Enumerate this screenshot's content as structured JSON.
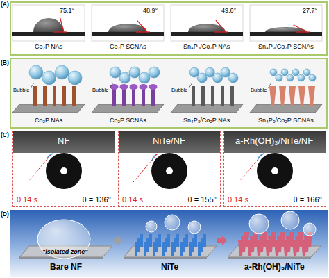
{
  "diagram": {
    "nodes": [
      {
        "text": [
          "NF",
          "0.14 s",
          "θ = 136°"
        ]
      },
      {
        "text": [
          "NiTe/NF",
          "0.14 s",
          "θ = 155°"
        ]
      },
      {
        "text": [
          "a-Rh(OH)₃/NiTe/NF",
          "0.14 s",
          "θ = 166°"
        ]
      }
    ],
    "labels": [
      "(A)",
      "75.1°",
      "48.9°",
      "49.6°",
      "27.7°",
      "Co₂P NAs",
      "Co₂P SCNAs",
      "Sn₄P₃/Co₂P NAs",
      "Sn₄P₃/Co₂P SCNAs",
      "(B)",
      "Bubble",
      "Bubble",
      "Bubble",
      "Bubble",
      "Co₂P NAs",
      "Co₂P SCNAs",
      "Sn₄P₃/Co₂P NAs",
      "Sn₄P₃/Co₂P SCNAs",
      "(C)",
      "(D)",
      "\"isolated zone\"",
      "Bare NF",
      "NiTe",
      "a-Rh(OH)₃/NiTe"
    ]
  }
}
